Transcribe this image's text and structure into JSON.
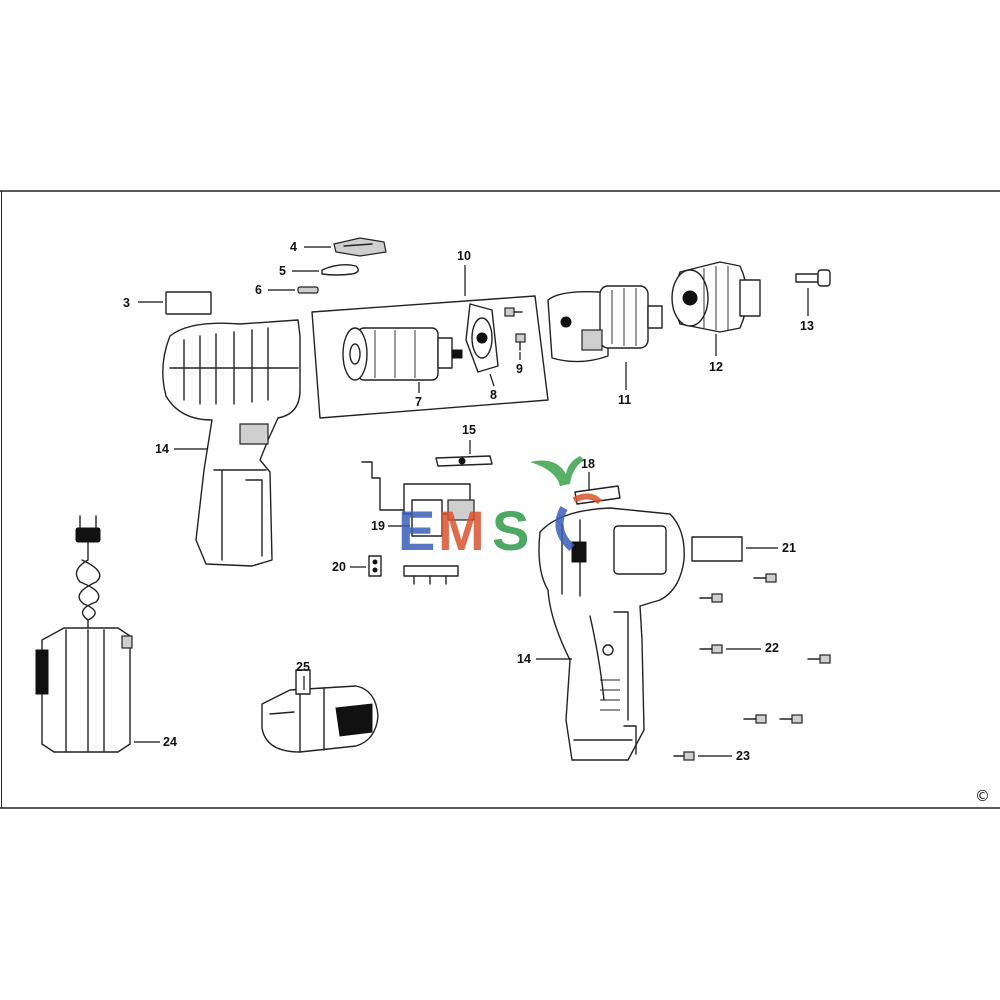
{
  "diagram": {
    "copyright_symbol": "©",
    "watermark": {
      "text": "EMS",
      "colors": {
        "E": "#3a5fb8",
        "M": "#d9532f",
        "S": "#2f9a4a",
        "swoosh": "#3ca24c"
      }
    },
    "callouts": {
      "c3": "3",
      "c4": "4",
      "c5": "5",
      "c6": "6",
      "c7": "7",
      "c8": "8",
      "c9": "9",
      "c10": "10",
      "c11": "11",
      "c12": "12",
      "c13": "13",
      "c14a": "14",
      "c14b": "14",
      "c15": "15",
      "c18": "18",
      "c19": "19",
      "c20": "20",
      "c21": "21",
      "c22": "22",
      "c23": "23",
      "c24": "24",
      "c25": "25"
    },
    "colors": {
      "frame": "#222222",
      "lines": "#111111",
      "page_top_band": "#ffffff"
    }
  }
}
